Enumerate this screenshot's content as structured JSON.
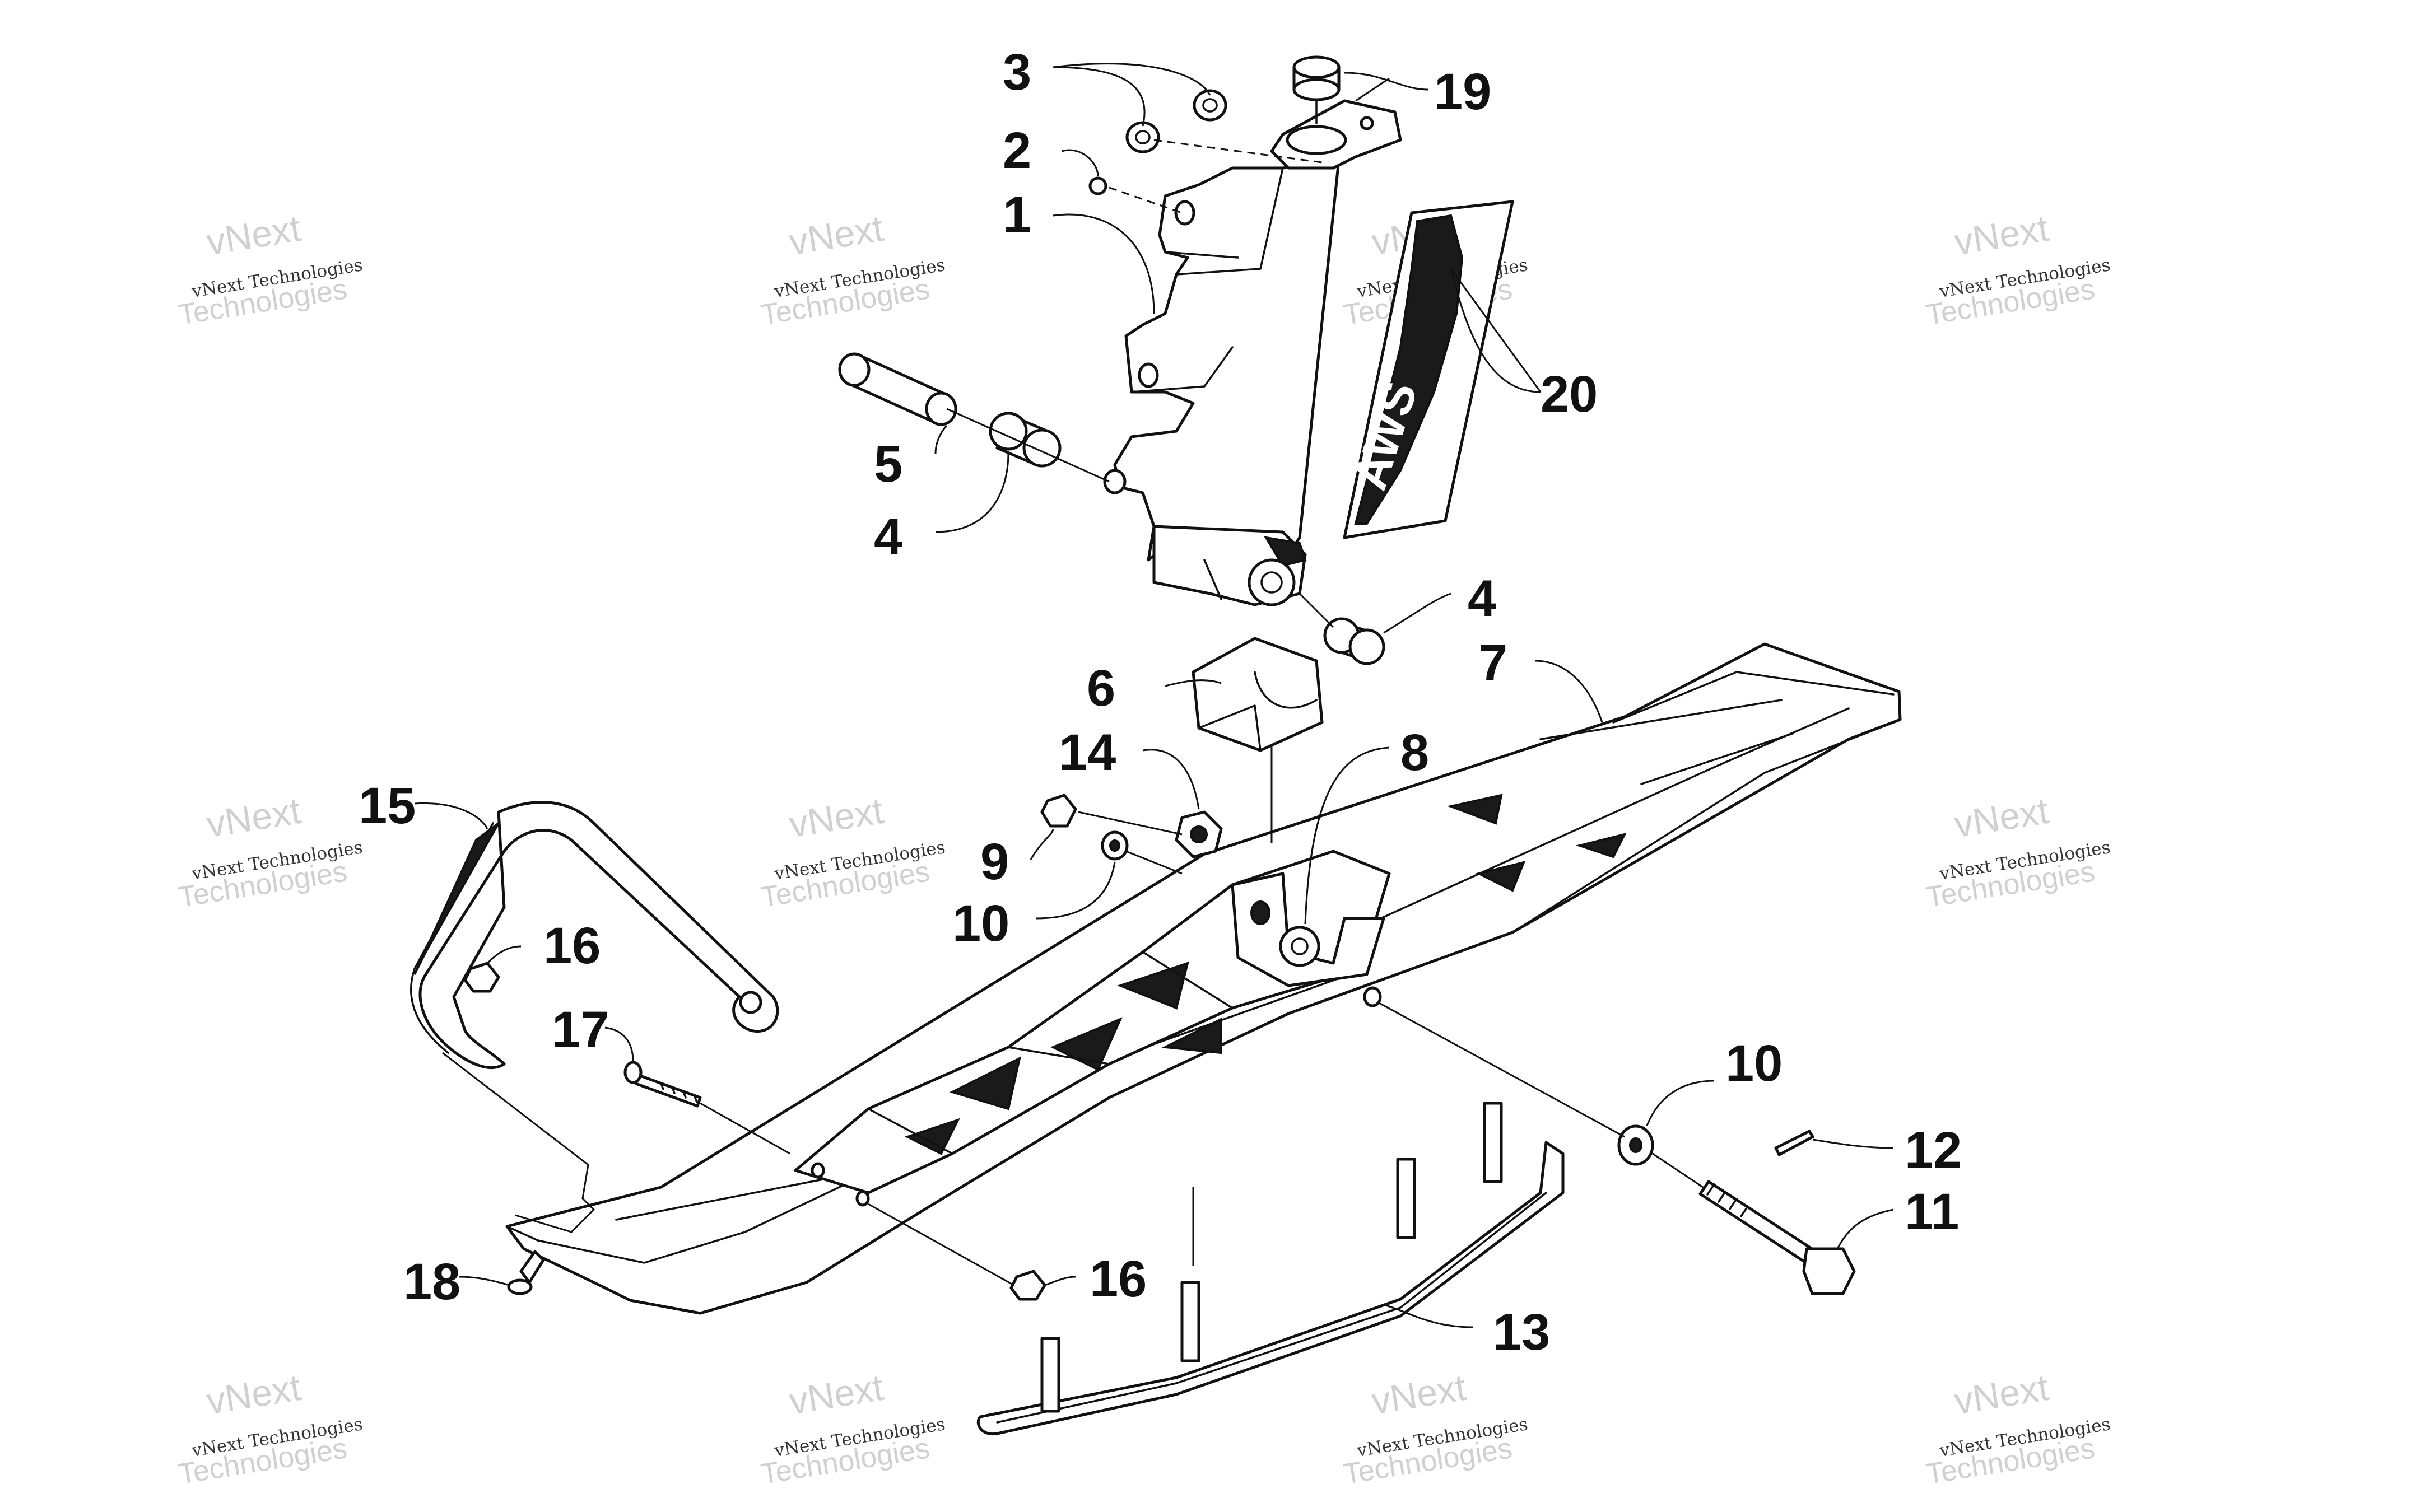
{
  "callouts": {
    "c1": "1",
    "c2": "2",
    "c3": "3",
    "c4a": "4",
    "c4b": "4",
    "c5": "5",
    "c6": "6",
    "c7": "7",
    "c8": "8",
    "c9": "9",
    "c10a": "10",
    "c10b": "10",
    "c11": "11",
    "c12": "12",
    "c13": "13",
    "c14": "14",
    "c15": "15",
    "c16a": "16",
    "c16b": "16",
    "c17": "17",
    "c18": "18",
    "c19": "19",
    "c20": "20"
  },
  "decal": {
    "text": "AWS"
  },
  "watermark": {
    "line1": "vNext Technologies",
    "big_top": "vNext",
    "big_bottom": "Technologies"
  }
}
